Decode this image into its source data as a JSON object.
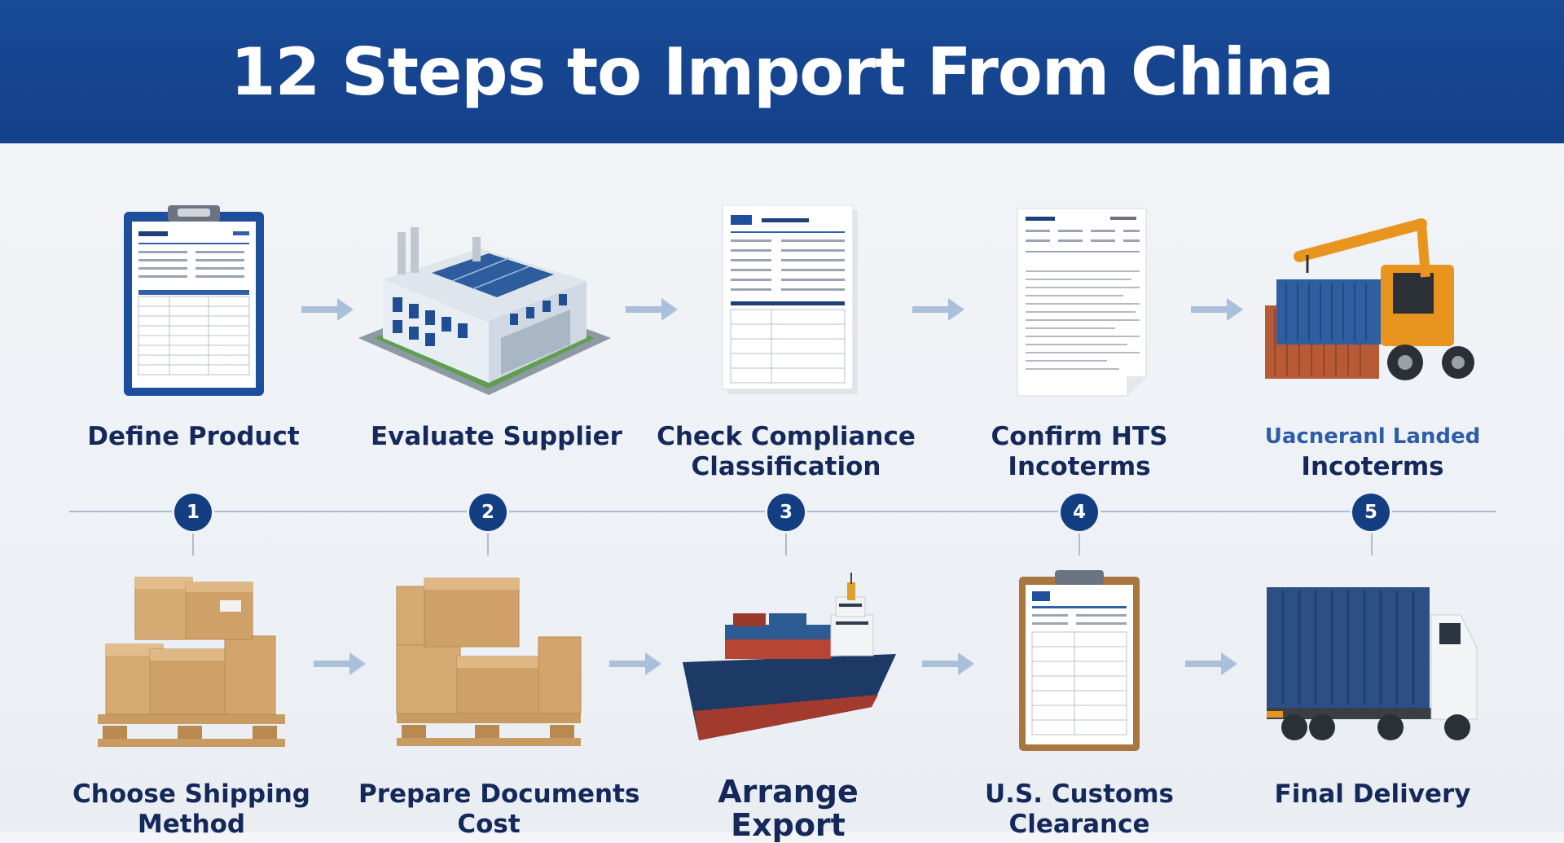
{
  "title": "12 Steps to Import From China",
  "colors": {
    "banner": "#184a96",
    "text": "#14295a",
    "badge": "#133e82"
  },
  "top_steps": [
    {
      "icon": "clipboard-form-icon",
      "lines": [
        "Define Product"
      ]
    },
    {
      "icon": "factory-building-icon",
      "lines": [
        "Evaluate Supplier"
      ]
    },
    {
      "icon": "compliance-document-icon",
      "lines": [
        "Check Compliance",
        "Classification"
      ]
    },
    {
      "icon": "hts-document-icon",
      "lines": [
        "Confirm HTS",
        "Incoterms"
      ]
    },
    {
      "icon": "container-loader-icon",
      "lines": [
        "Uacneranl Landed",
        "Incoterms"
      ]
    }
  ],
  "bottom_steps": [
    {
      "icon": "pallet-boxes-icon",
      "lines": [
        "Choose Shipping",
        "Method"
      ]
    },
    {
      "icon": "pallet-boxes-icon",
      "lines": [
        "Prepare Documents",
        "Cost"
      ]
    },
    {
      "icon": "cargo-ship-icon",
      "lines": [
        "Arrange",
        "Export"
      ]
    },
    {
      "icon": "customs-clipboard-icon",
      "lines": [
        "U.S. Customs",
        "Clearance"
      ]
    },
    {
      "icon": "container-truck-icon",
      "lines": [
        "Final Delivery"
      ]
    }
  ],
  "badges": [
    "1",
    "2",
    "3",
    "4",
    "5"
  ]
}
